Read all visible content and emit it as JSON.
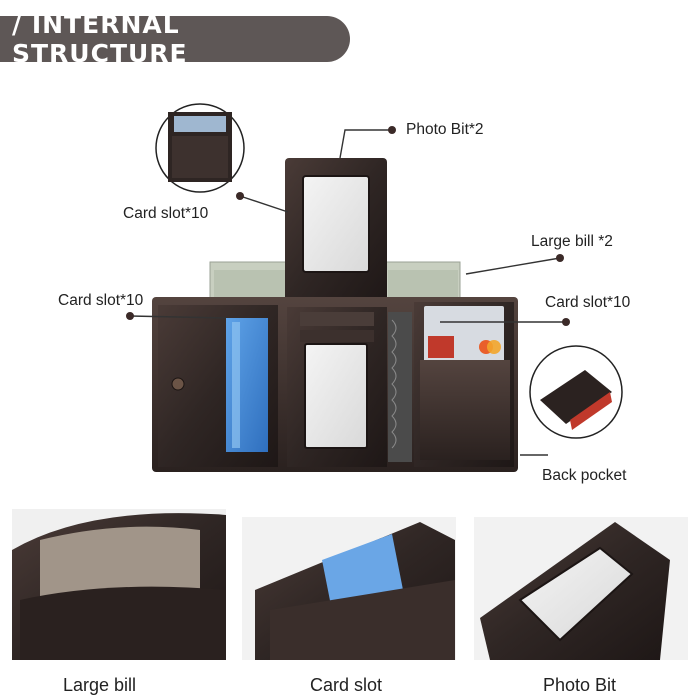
{
  "header": {
    "title": "/ INTERNAL STRUCTURE"
  },
  "callouts": {
    "photo_bit": "Photo Bit*2",
    "card_slot_top": "Card slot*10",
    "large_bill": "Large bill *2",
    "card_slot_left": "Card slot*10",
    "card_slot_right": "Card slot*10",
    "back_pocket": "Back pocket"
  },
  "captions": {
    "large_bill": "Large bill",
    "card_slot": "Card slot",
    "photo_bit": "Photo Bit"
  },
  "colors": {
    "banner": "#5e5756",
    "leather": "#3a2e2b",
    "leather_dark": "#231b19",
    "window": "#e9e9e9",
    "bill": "#c9cfc2"
  }
}
